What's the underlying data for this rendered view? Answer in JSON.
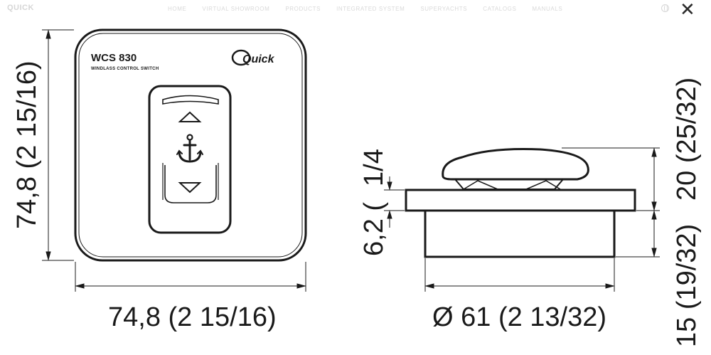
{
  "header": {
    "logo": "QUICK",
    "nav": [
      "HOME",
      "VIRTUAL SHOWROOM",
      "PRODUCTS",
      "INTEGRATED SYSTEM",
      "SUPERYACHTS",
      "CATALOGS",
      "MANUALS"
    ],
    "close_label": "✕"
  },
  "device": {
    "model": "WCS 830",
    "subtitle": "WINDLASS CONTROL SWITCH",
    "brand": "Quick"
  },
  "dimensions": {
    "front_height": "74,8 (2 15/16)",
    "front_width": "74,8 (2 15/16)",
    "side_diameter": "Ø 61 (2 13/32)",
    "side_plate": "1/4",
    "side_plate_prefix": "6,2 (",
    "side_top": "20 (25/32)",
    "side_bottom": "15 (19/32)"
  }
}
